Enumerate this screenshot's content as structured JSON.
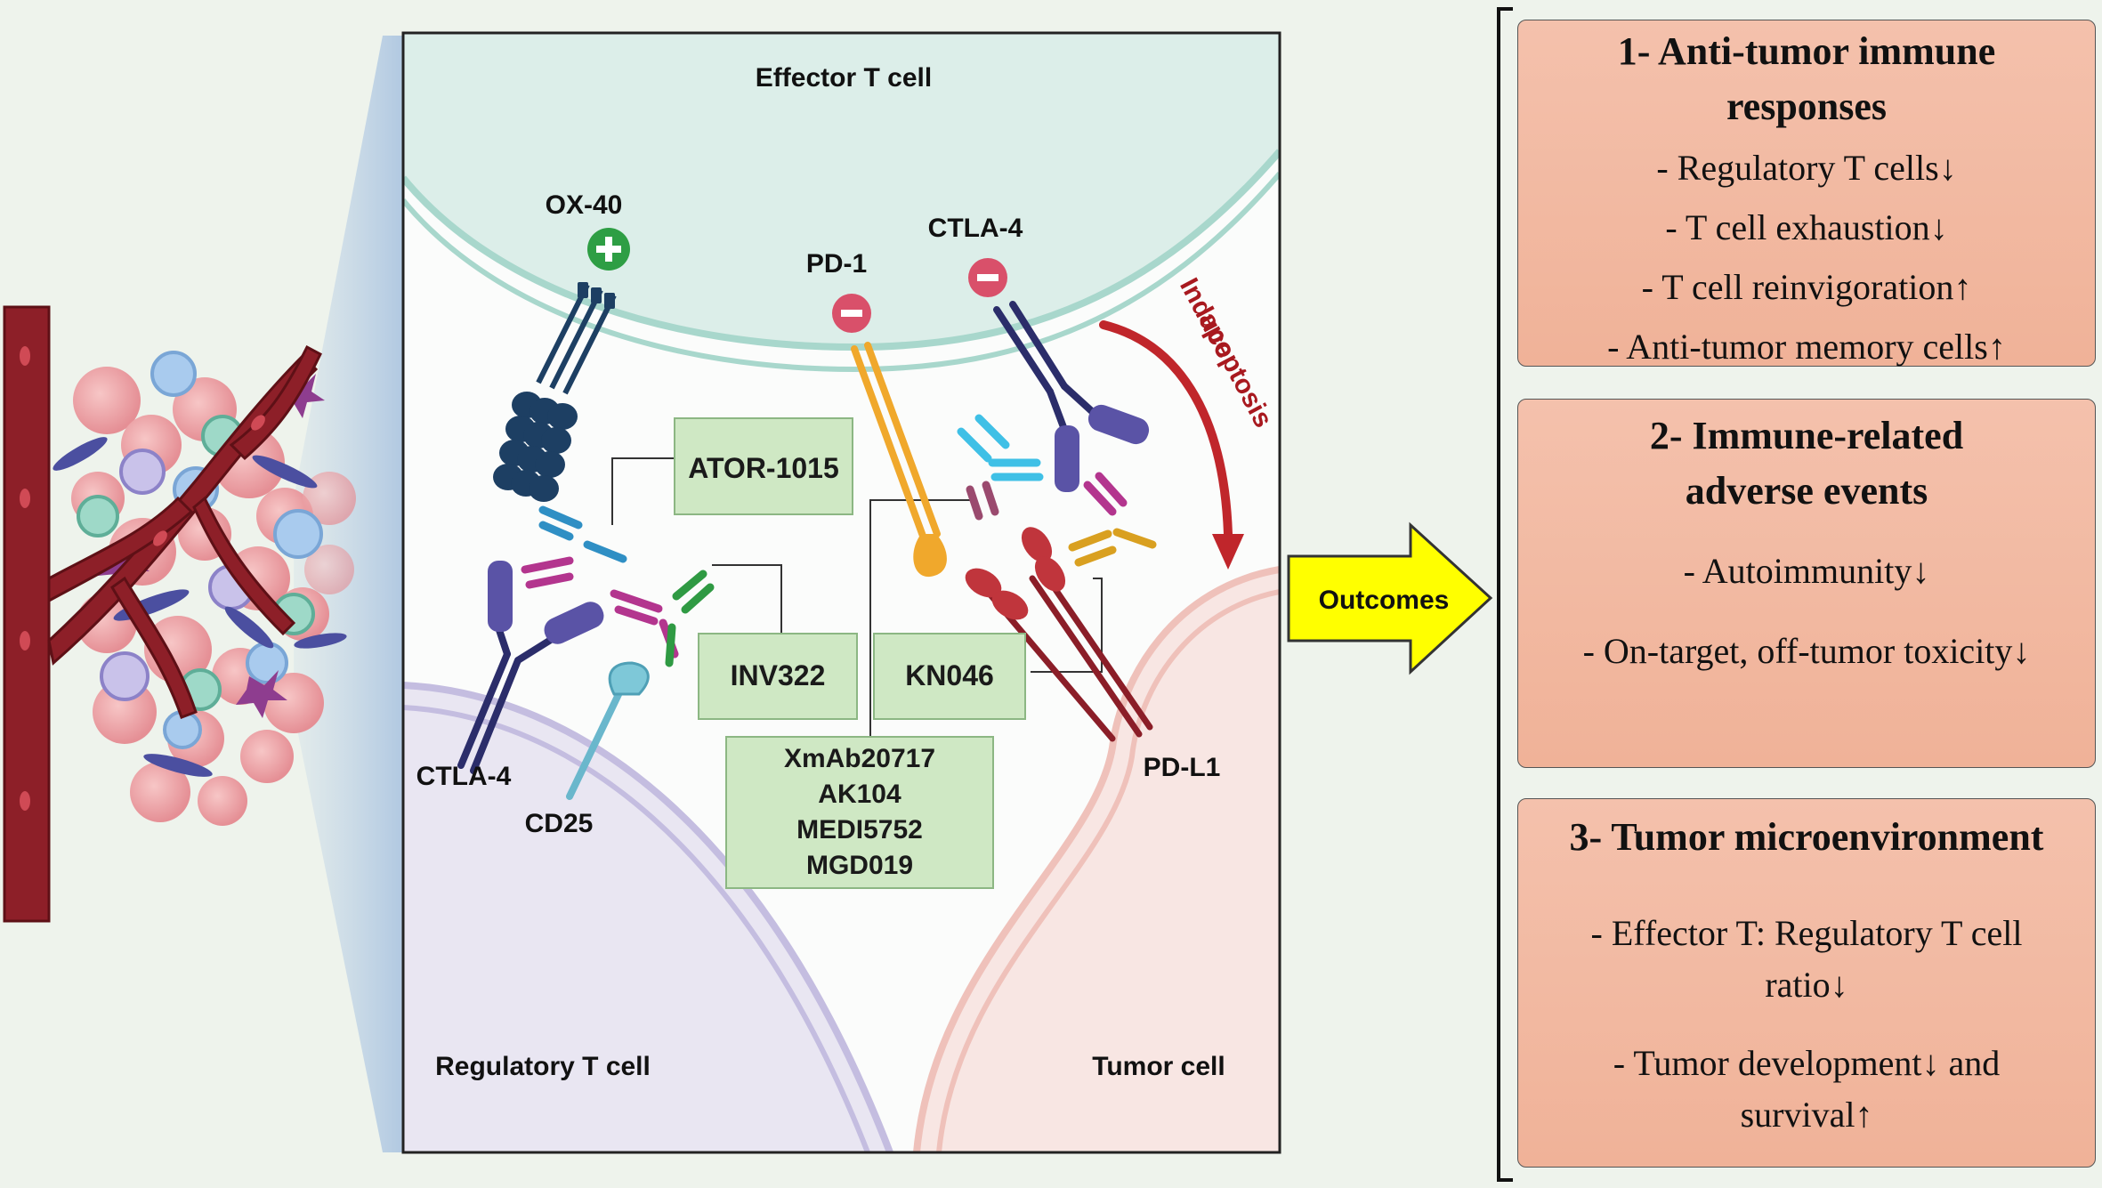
{
  "cells": {
    "effector": "Effector T cell",
    "regulatory": "Regulatory T cell",
    "tumor": "Tumor cell"
  },
  "receptors": {
    "ox40": "OX-40",
    "pd1": "PD-1",
    "ctla4_top": "CTLA-4",
    "ctla4_bottom": "CTLA-4",
    "cd25": "CD25",
    "pdl1": "PD-L1"
  },
  "signs": {
    "plus": "+",
    "minus": "−"
  },
  "drugs": {
    "ator": "ATOR-1015",
    "inv": "INV322",
    "kn": "KN046",
    "group": [
      "XmAb20717",
      "AK104",
      "MEDI5752",
      "MGD019"
    ]
  },
  "induce": [
    "Induce",
    "apoptosis"
  ],
  "outcomes_label": "Outcomes",
  "panels": [
    {
      "title": [
        "1- Anti-tumor immune",
        "responses"
      ],
      "items": [
        "- Regulatory T cells↓",
        "- T cell exhaustion↓",
        "- T cell reinvigoration↑",
        "- Anti-tumor memory cells↑"
      ]
    },
    {
      "title": [
        "2- Immune-related",
        "adverse events"
      ],
      "items": [
        "- Autoimmunity↓",
        "- On-target, off-tumor toxicity↓"
      ]
    },
    {
      "title": [
        "3- Tumor microenvironment"
      ],
      "items": [
        "- Effector T: Regulatory T cell",
        "ratio↓",
        "- Tumor development↓ and",
        "survival↑"
      ]
    }
  ],
  "colors": {
    "effector_bg": "#dceee9",
    "regulatory_bg": "#e9e6f2",
    "tumor_bg": "#f8e6e3",
    "drug_box": "#cfe8c4",
    "outcomes_arrow": "#ffff00",
    "panel": "#f2b89f",
    "plus": "#2e9e44",
    "minus": "#d9506a",
    "apoptosis_arrow": "#c0262b"
  }
}
